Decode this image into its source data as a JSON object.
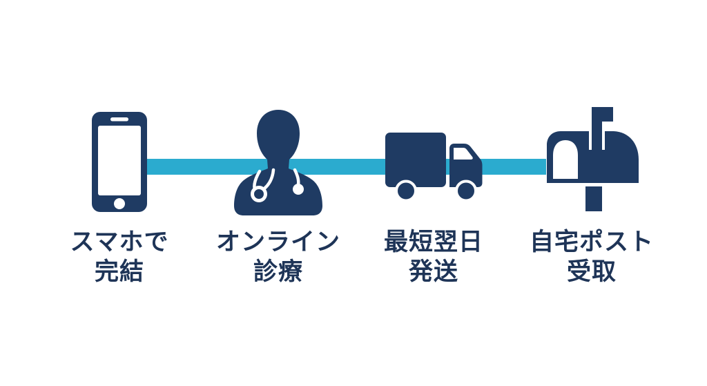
{
  "colors": {
    "background": "#FFFFFF",
    "icon_navy": "#1F3B63",
    "text_navy": "#1E3457",
    "connector_cyan": "#2BABCF"
  },
  "connector": {
    "style": "horizontal-band",
    "color": "#2BABCF"
  },
  "steps": [
    {
      "icon": "smartphone-icon",
      "lines": [
        "スマホで",
        "完結"
      ]
    },
    {
      "icon": "doctor-icon",
      "lines": [
        "オンライン",
        "診療"
      ]
    },
    {
      "icon": "delivery-truck-icon",
      "lines": [
        "最短翌日",
        "発送"
      ]
    },
    {
      "icon": "mailbox-icon",
      "lines": [
        "自宅ポスト",
        "受取"
      ]
    }
  ]
}
